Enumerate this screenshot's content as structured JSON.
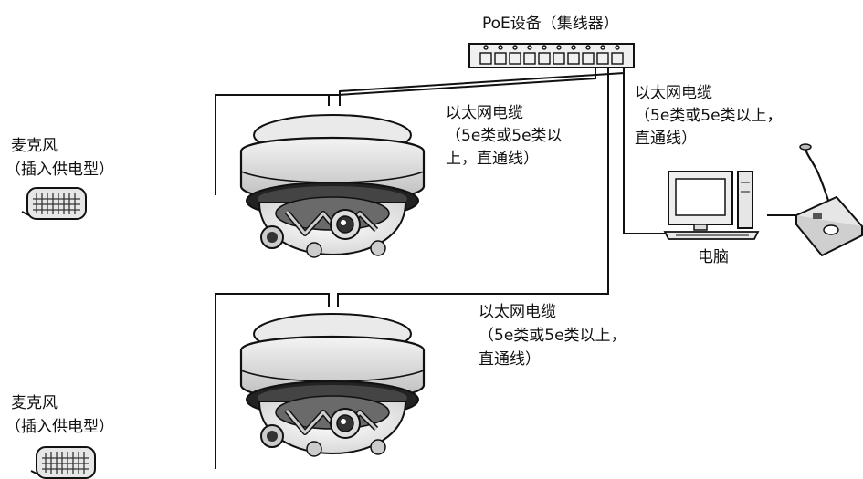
{
  "hub": {
    "title": "PoE设备（集线器）",
    "icon": "network-hub-icon"
  },
  "cable_right": {
    "line1": "以太网电缆",
    "line2": "（5e类或5e类以上，",
    "line3": "直通线）"
  },
  "cable_top": {
    "line1": "以太网电缆",
    "line2": "（5e类或5e类以",
    "line3": "上，直通线）"
  },
  "cable_bottom": {
    "line1": "以太网电缆",
    "line2": "（5e类或5e类以上，",
    "line3": "直通线）"
  },
  "mic_top": {
    "line1": "麦克风",
    "line2": "（插入供电型）",
    "icon": "microphone-icon"
  },
  "mic_bottom": {
    "line1": "麦克风",
    "line2": "（插入供电型）",
    "icon": "microphone-icon"
  },
  "computer": {
    "label": "电脑",
    "icon": "computer-icon"
  },
  "cameras": [
    {
      "icon": "dome-camera-icon"
    },
    {
      "icon": "dome-camera-icon"
    }
  ],
  "controller": {
    "icon": "system-controller-icon"
  }
}
